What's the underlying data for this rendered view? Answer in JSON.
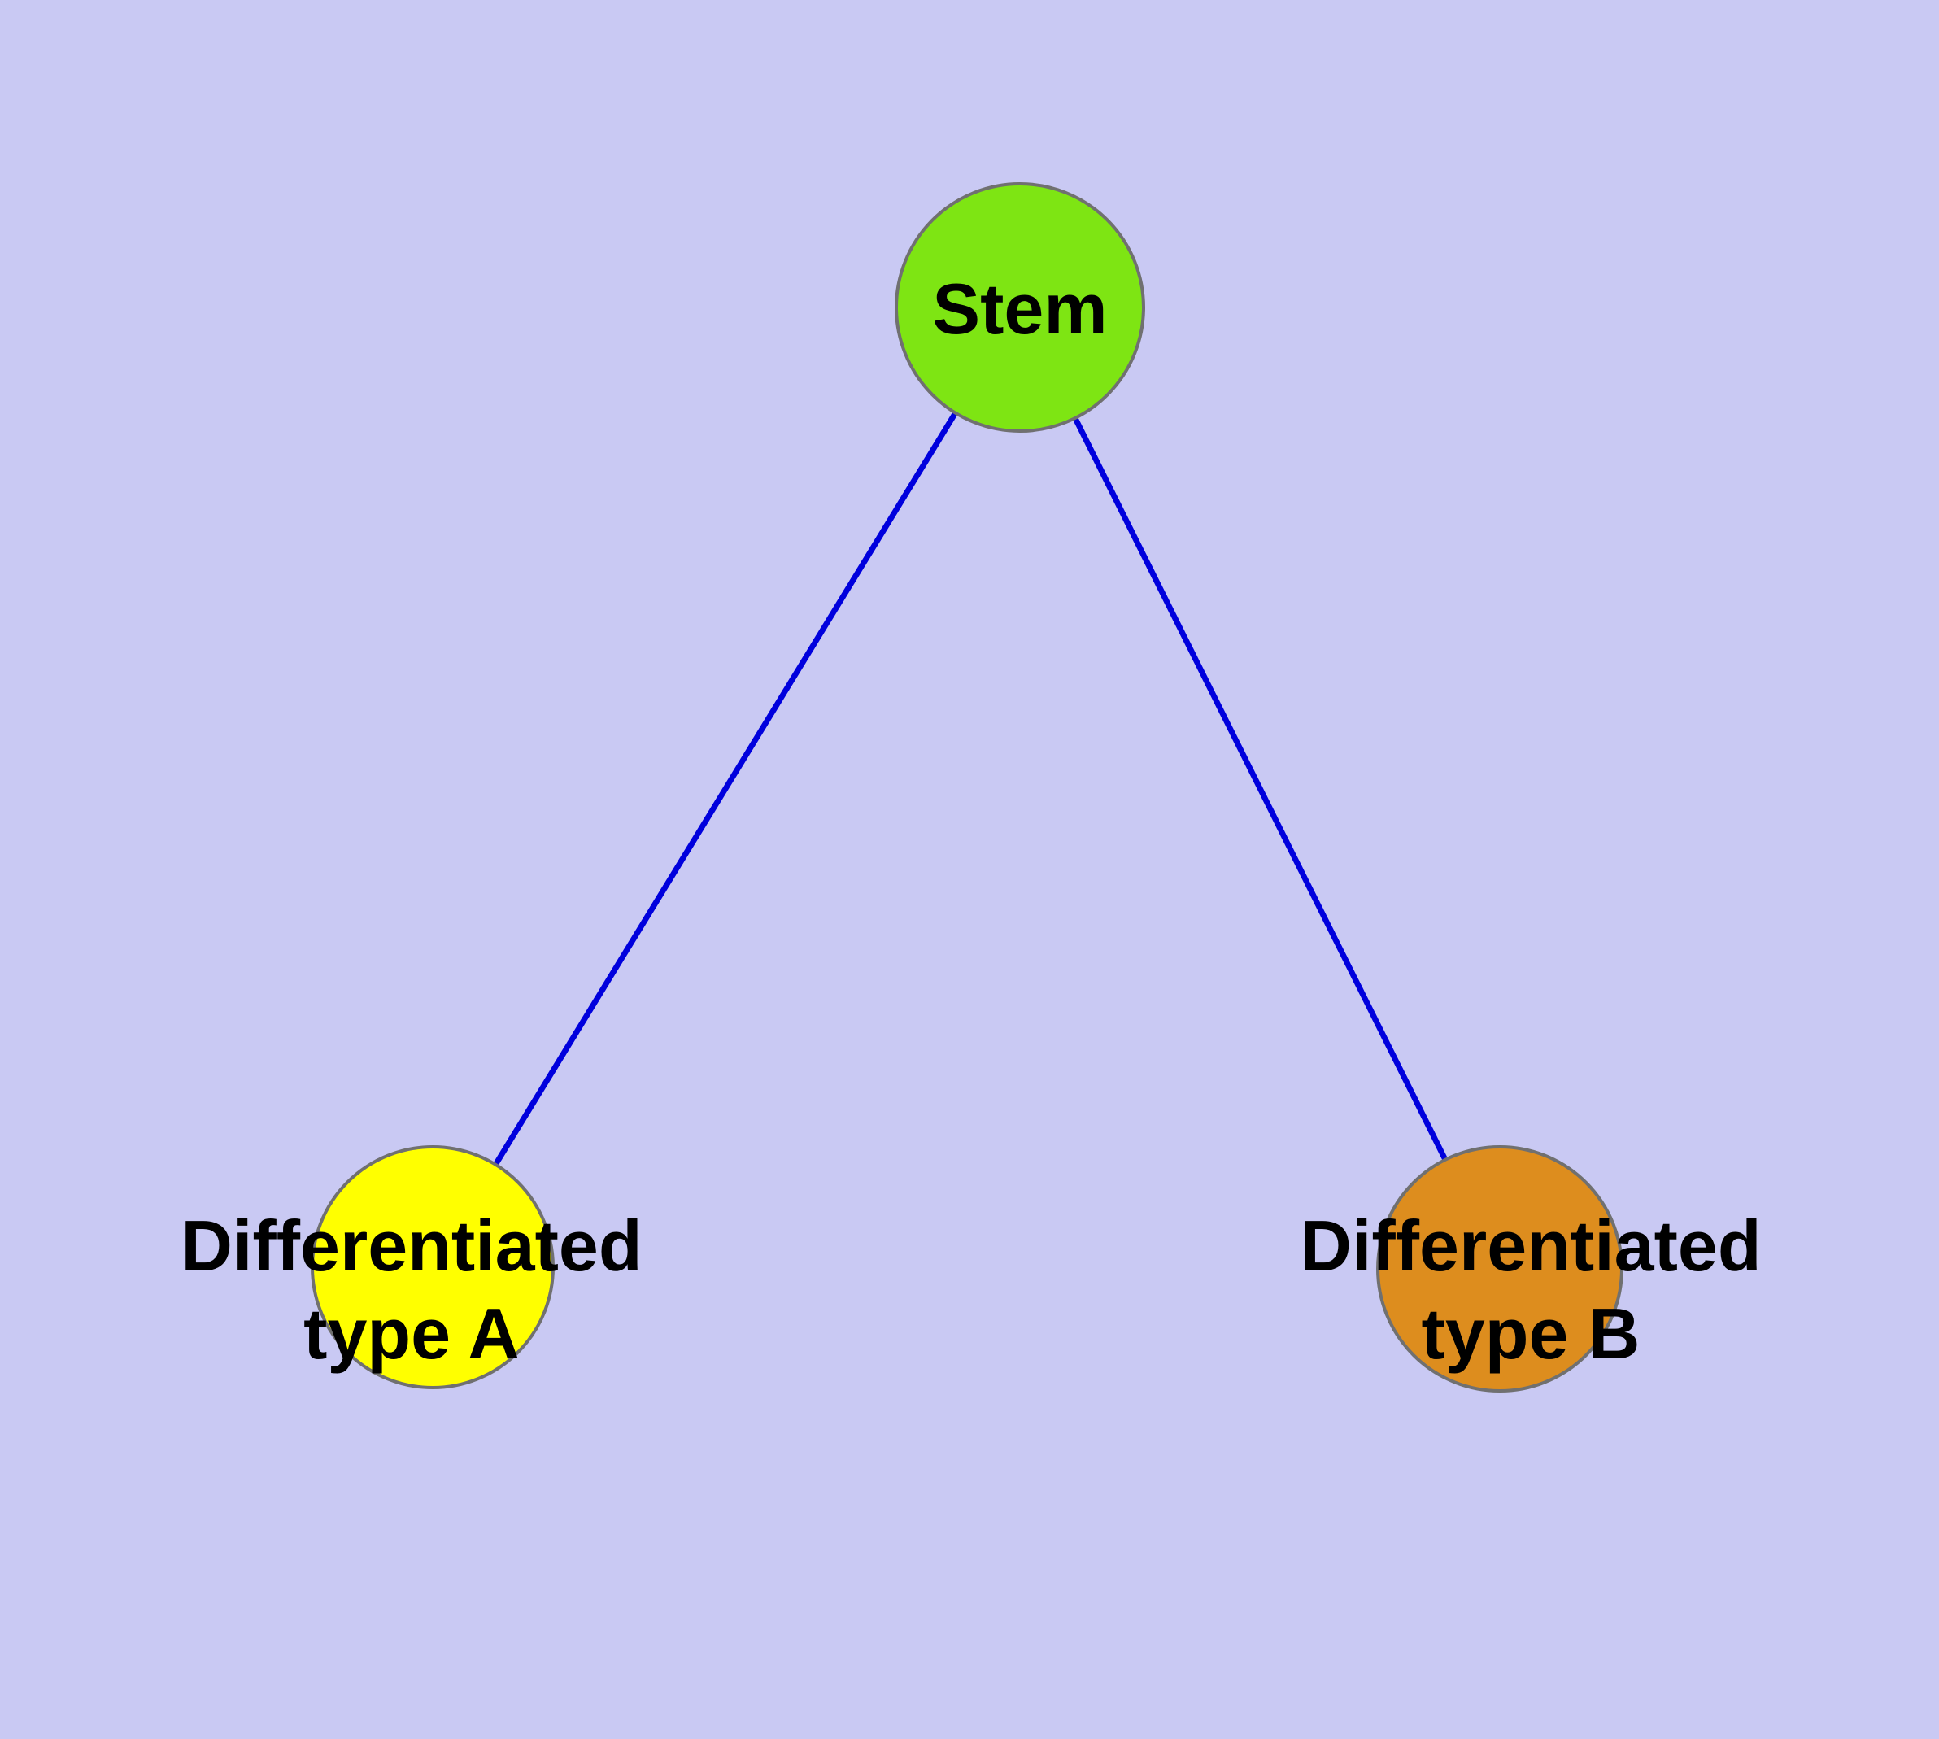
{
  "diagram": {
    "background_color": "#c9c9f3",
    "edge_color": "#0000dd",
    "node_stroke_color": "#707070",
    "label_color": "#000000",
    "nodes": {
      "stem": {
        "label": "Stem",
        "fill": "#7ee513"
      },
      "type_a": {
        "label_line1": "Differentiated",
        "label_line2": "type A",
        "fill": "#ffff00"
      },
      "type_b": {
        "label_line1": "Differentiated",
        "label_line2": "type B",
        "fill": "#dd8d1e"
      }
    },
    "edges": [
      {
        "from": "stem",
        "to": "type_a"
      },
      {
        "from": "stem",
        "to": "type_b"
      }
    ]
  }
}
